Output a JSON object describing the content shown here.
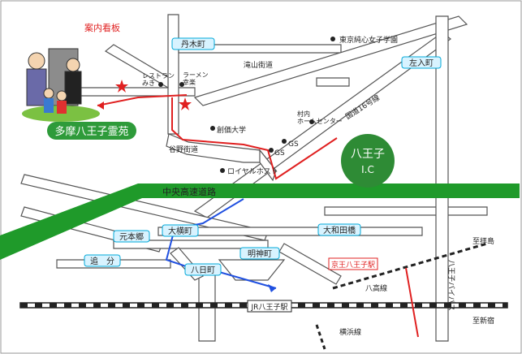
{
  "colors": {
    "road_fill": "#ffffff",
    "road_edge": "#555555",
    "expressway": "#1f9a2a",
    "ic_circle": "#2e8b35",
    "label_fill": "#d8f3ff",
    "label_edge": "#00a8d8",
    "route_red": "#e02020",
    "route_blue": "#2050e0",
    "map_border": "#999999"
  },
  "labels": {
    "sign": "案内看板",
    "niboku": "丹木町",
    "tokyo_school": "東京純心女子学園",
    "takiyama": "滝山街道",
    "sashiri": "左入町",
    "restaurant": "レストラン\nみき",
    "ramen": "ラーメン\n幸楽",
    "murauchi": "村内\nホームセンター",
    "kokudo16": "国道16号線",
    "souka": "創価大学",
    "yaboku": "谷野街道",
    "gs1": "GS",
    "gs2": "GS",
    "royal": "ロイヤルホスト",
    "cemetery": "多摩八王子霊苑",
    "ic_name": "八王子",
    "ic_sub": "I.C",
    "chuo": "中央高速道路",
    "motohongo": "元本郷",
    "oyokocho": "大横町",
    "owadabashi": "大和田橋",
    "oiwake": "追　分",
    "myojincho": "明神町",
    "yokacho": "八日町",
    "keio": "京王八王子駅",
    "hachiko": "八高線",
    "bypass": "八王子バイパス",
    "haijima": "至拝島",
    "jr": "JR八王子駅",
    "yokohama": "横浜線",
    "shinjuku": "至新宿"
  },
  "icons": [
    "star-icon",
    "station-marker-icon",
    "cemetery-illustration"
  ]
}
